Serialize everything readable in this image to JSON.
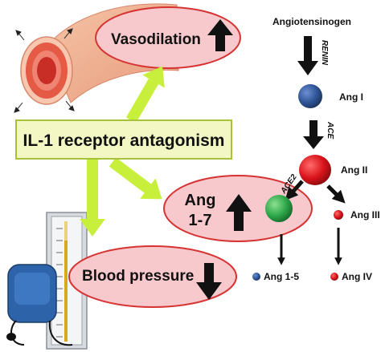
{
  "central_node": {
    "label": "IL-1 receptor antagonism"
  },
  "effects": {
    "vasodilation": {
      "label": "Vasodilation",
      "direction": "up",
      "direction_icon": "up-arrow-icon"
    },
    "ang17": {
      "line1": "Ang",
      "line2": "1-7",
      "direction": "up",
      "direction_icon": "up-arrow-icon"
    },
    "blood_pressure": {
      "label": "Blood pressure",
      "direction": "down",
      "direction_icon": "down-arrow-icon"
    }
  },
  "pathway": {
    "angiotensinogen": "Angiotensinogen",
    "renin": "RENIN",
    "ang1": "Ang I",
    "ace": "ACE",
    "ang2": "Ang II",
    "ace2": "ACE2",
    "ang3": "Ang III",
    "ang15": "Ang 1-5",
    "ang4": "Ang IV"
  },
  "illustrations": {
    "vessel": "blood-vessel-icon",
    "sphygmomanometer": "sphygmomanometer-icon"
  },
  "colors": {
    "ellipse_fill": "#f7c9cc",
    "ellipse_stroke": "#d63333",
    "box_fill": "#f2f7c4",
    "box_stroke": "#a6c23a",
    "connector_arrow": "#c8ef3c",
    "ang1_blue": "#2f5597",
    "ang2_red": "#d9141a",
    "ang17_green": "#2ea84a",
    "ang3_red": "#d9141a",
    "ang15_blue": "#2f5597",
    "ang4_red": "#d9141a",
    "text": "#111111"
  }
}
